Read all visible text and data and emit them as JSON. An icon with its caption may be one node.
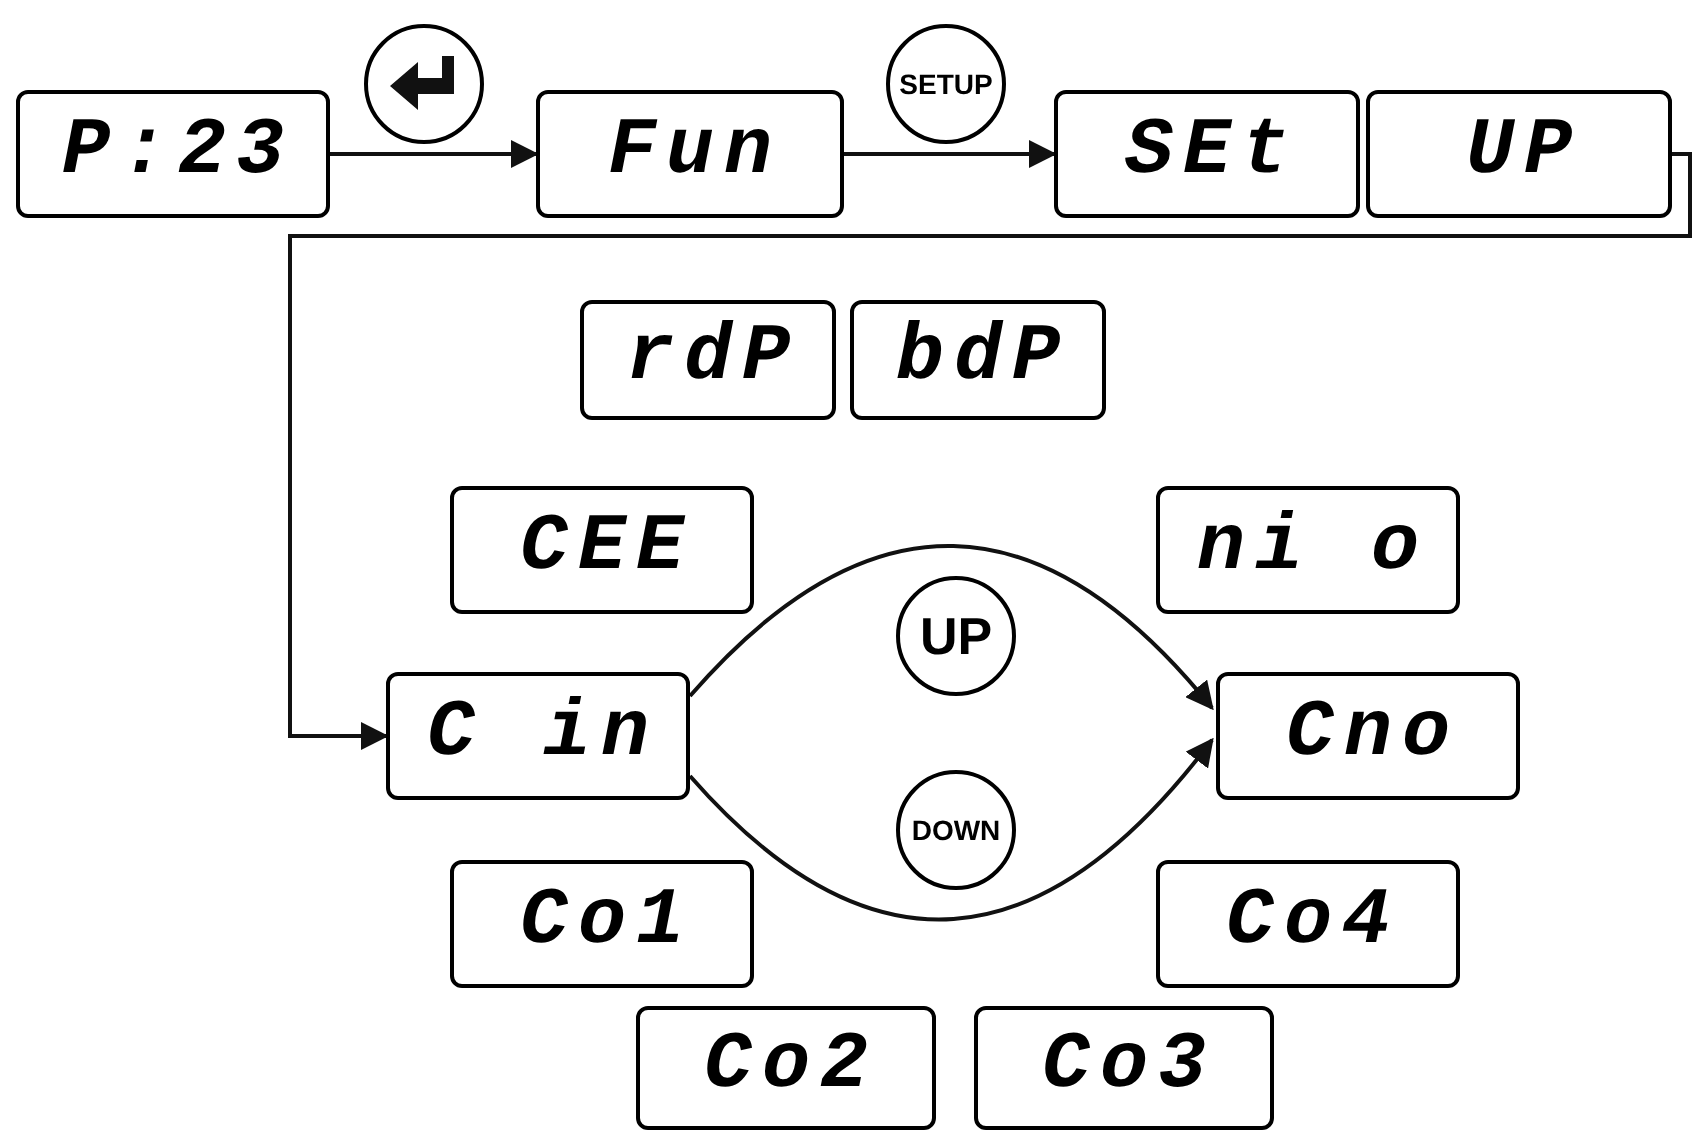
{
  "diagram": {
    "nodes": [
      {
        "text": [
          "P:23"
        ]
      },
      {
        "text": [],
        "shape": "circle"
      },
      {
        "text": [
          "Fun"
        ]
      },
      {
        "text": [
          "SETUP"
        ]
      },
      {
        "text": [
          "SEt"
        ]
      },
      {
        "text": [
          "UP"
        ]
      },
      {
        "text": [
          "rdP"
        ]
      },
      {
        "text": [
          "bdP"
        ]
      },
      {
        "text": [
          "CEE"
        ]
      },
      {
        "text": [
          "ni o"
        ]
      },
      {
        "text": [
          "UP"
        ]
      },
      {
        "text": [
          "C in"
        ]
      },
      {
        "text": [
          "Cno"
        ]
      },
      {
        "text": [
          "DOWN"
        ]
      },
      {
        "text": [
          "Co1"
        ]
      },
      {
        "text": [
          "Co4"
        ]
      },
      {
        "text": [
          "Co2"
        ]
      },
      {
        "text": [
          "Co3"
        ]
      }
    ],
    "edges": [
      {
        "from": 0,
        "to": 2,
        "arrow": "to"
      },
      {
        "from": 2,
        "to": 4,
        "arrow": "to"
      },
      {
        "from": 5,
        "to": 11,
        "arrow": "to"
      },
      {
        "from": 11,
        "to": 12,
        "arrow": "to"
      },
      {
        "from": 11,
        "to": 12,
        "arrow": "to"
      }
    ]
  }
}
